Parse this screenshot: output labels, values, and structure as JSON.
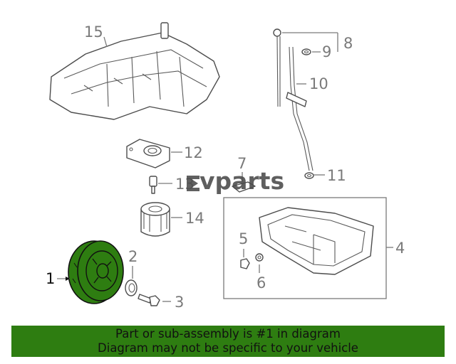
{
  "brand": {
    "logo_text": "vparts",
    "logo_mark": "ev-logo-icon"
  },
  "callouts": [
    "1",
    "2",
    "3",
    "4",
    "5",
    "6",
    "7",
    "8",
    "9",
    "10",
    "11",
    "12",
    "13",
    "14",
    "15"
  ],
  "banner": {
    "line1": "Part or sub-assembly is #1 in diagram",
    "line2": "Diagram may not be specific to your vehicle"
  },
  "colors": {
    "highlight": "#2e7d11",
    "banner_bg": "#2e7d11",
    "line": "#7a7a7a"
  }
}
